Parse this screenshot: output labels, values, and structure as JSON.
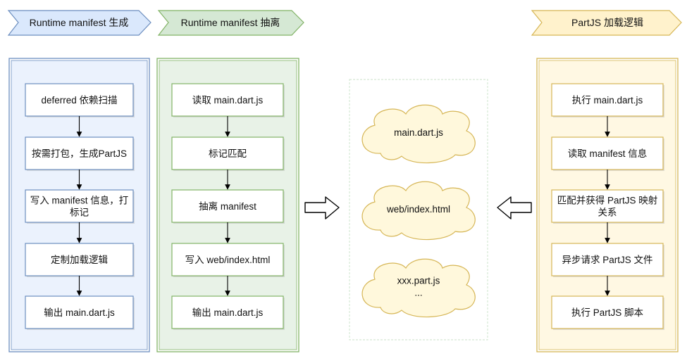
{
  "headers": [
    {
      "label": "Runtime manifest 生成",
      "fill": "#dae8fc",
      "stroke": "#6c8ebf"
    },
    {
      "label": "Runtime manifest 抽离",
      "fill": "#d5e8d4",
      "stroke": "#82b366"
    },
    {
      "label": "PartJS 加载逻辑",
      "fill": "#fff2cc",
      "stroke": "#d6b656"
    }
  ],
  "columns": [
    {
      "name": "generate",
      "fill": "#dae8fc",
      "stroke": "#6c8ebf",
      "steps": [
        [
          "deferred 依赖扫描"
        ],
        [
          "按需打包，生成PartJS"
        ],
        [
          "写入 manifest 信息，打",
          "标记"
        ],
        [
          "定制加载逻辑"
        ],
        [
          "输出 main.dart.js"
        ]
      ]
    },
    {
      "name": "extract",
      "fill": "#d5e8d4",
      "stroke": "#82b366",
      "steps": [
        [
          "读取 main.dart.js"
        ],
        [
          "标记匹配"
        ],
        [
          "抽离 manifest"
        ],
        [
          "写入 web/index.html"
        ],
        [
          "输出 main.dart.js"
        ]
      ]
    },
    {
      "name": "load",
      "fill": "#fff2cc",
      "stroke": "#d6b656",
      "steps": [
        [
          "执行 main.dart.js"
        ],
        [
          "读取 manifest 信息"
        ],
        [
          "匹配并获得 PartJS 映射",
          "关系"
        ],
        [
          "异步请求 PartJS 文件"
        ],
        [
          "执行 PartJS 脚本"
        ]
      ]
    }
  ],
  "clouds": [
    {
      "lines": [
        "main.dart.js"
      ]
    },
    {
      "lines": [
        "web/index.html"
      ]
    },
    {
      "lines": [
        "xxx.part.js",
        "..."
      ]
    }
  ],
  "colors": {
    "cloud_fill": "#fff8dc",
    "cloud_stroke": "#d6b656",
    "center_border": "#d5e8d4",
    "arrow_stroke": "#000000"
  }
}
